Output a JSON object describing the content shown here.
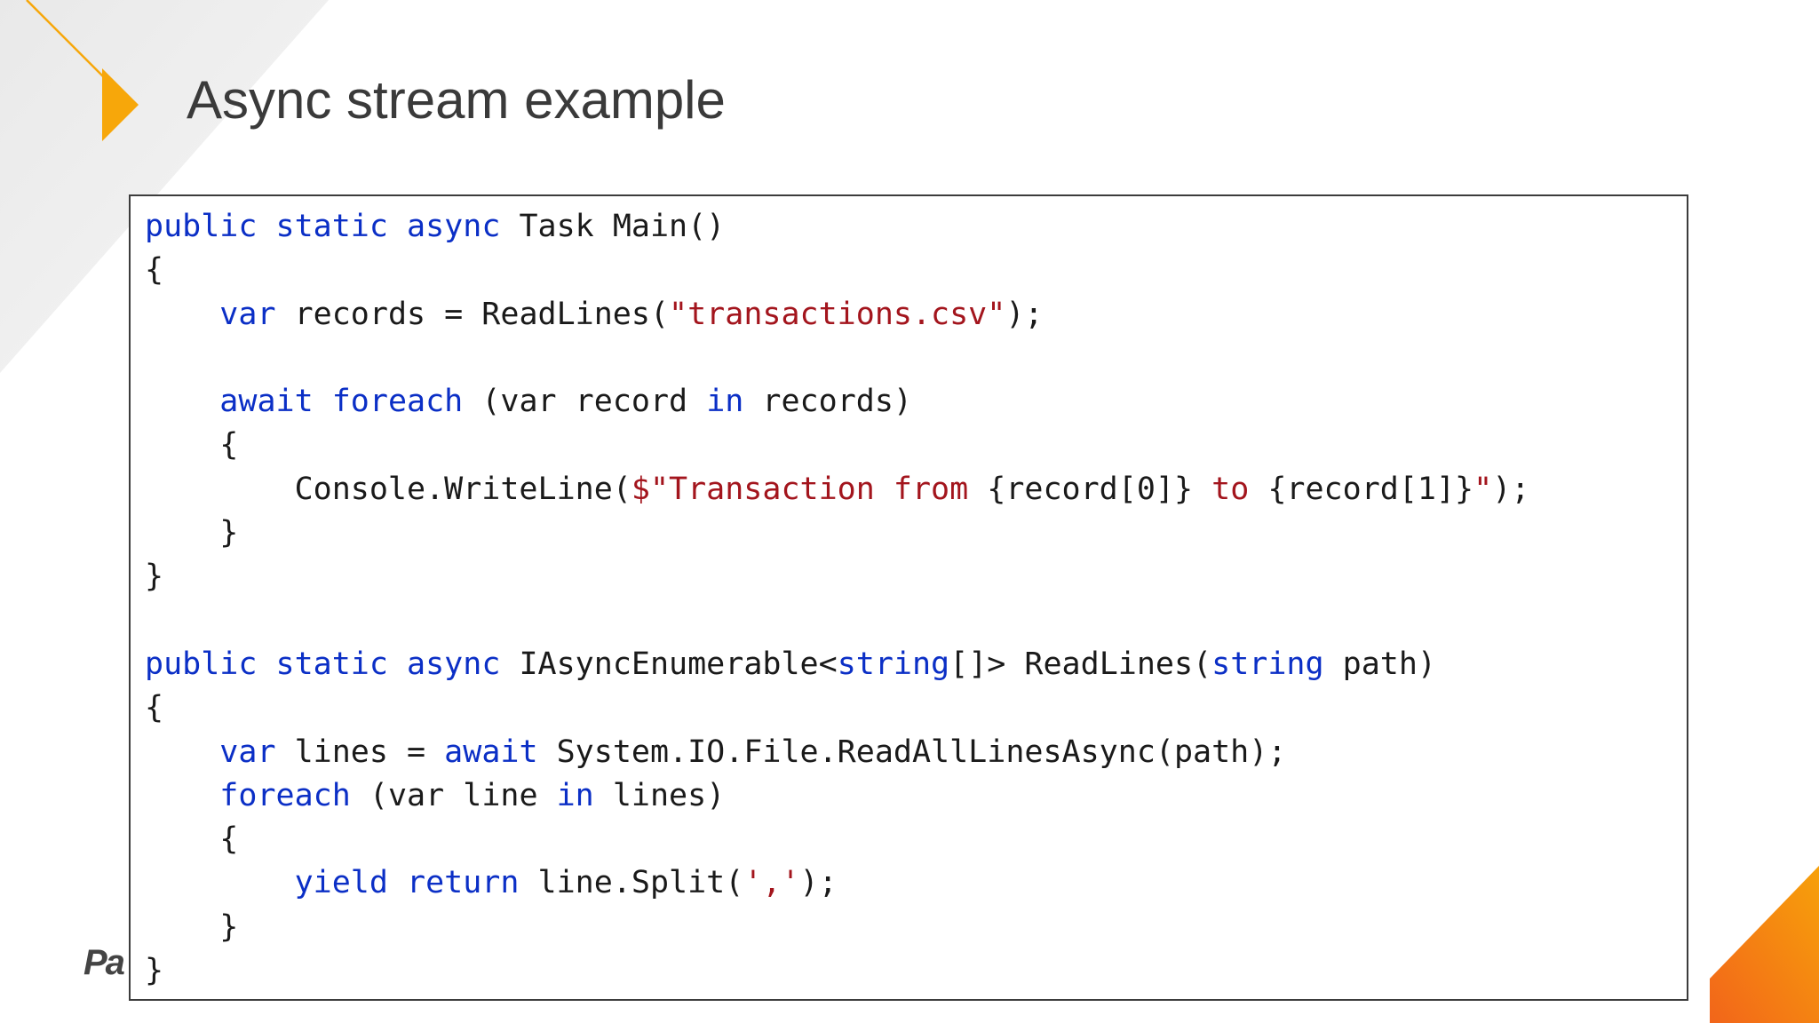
{
  "slide": {
    "title": "Async stream example",
    "logo_text": "Pa",
    "colors": {
      "accent": "#F7A70A",
      "accent_dark": "#F26B15",
      "keyword": "#0B2FC6",
      "string": "#A3151D",
      "text": "#1A1A1A"
    }
  },
  "code_lines": [
    [
      [
        "kw",
        "public"
      ],
      [
        "pl",
        " "
      ],
      [
        "kw",
        "static"
      ],
      [
        "pl",
        " "
      ],
      [
        "kw",
        "async"
      ],
      [
        "pl",
        " Task Main()"
      ]
    ],
    [
      [
        "pl",
        "{"
      ]
    ],
    [
      [
        "pl",
        "    "
      ],
      [
        "kw",
        "var"
      ],
      [
        "pl",
        " records = ReadLines("
      ],
      [
        "str",
        "\"transactions.csv\""
      ],
      [
        "pl",
        ");"
      ]
    ],
    [],
    [
      [
        "pl",
        "    "
      ],
      [
        "kw",
        "await"
      ],
      [
        "pl",
        " "
      ],
      [
        "kw",
        "foreach"
      ],
      [
        "pl",
        " (var record "
      ],
      [
        "kw",
        "in"
      ],
      [
        "pl",
        " records)"
      ]
    ],
    [
      [
        "pl",
        "    {"
      ]
    ],
    [
      [
        "pl",
        "        Console.WriteLine("
      ],
      [
        "str",
        "$\"Transaction from "
      ],
      [
        "pl",
        "{record[0]}"
      ],
      [
        "str",
        " to "
      ],
      [
        "pl",
        "{record[1]}"
      ],
      [
        "str",
        "\""
      ],
      [
        "pl",
        ");"
      ]
    ],
    [
      [
        "pl",
        "    }"
      ]
    ],
    [
      [
        "pl",
        "}"
      ]
    ],
    [],
    [
      [
        "kw",
        "public"
      ],
      [
        "pl",
        " "
      ],
      [
        "kw",
        "static"
      ],
      [
        "pl",
        " "
      ],
      [
        "kw",
        "async"
      ],
      [
        "pl",
        " IAsyncEnumerable<"
      ],
      [
        "kw",
        "string"
      ],
      [
        "pl",
        "[]> ReadLines("
      ],
      [
        "kw",
        "string"
      ],
      [
        "pl",
        " path)"
      ]
    ],
    [
      [
        "pl",
        "{"
      ]
    ],
    [
      [
        "pl",
        "    "
      ],
      [
        "kw",
        "var"
      ],
      [
        "pl",
        " lines = "
      ],
      [
        "kw",
        "await"
      ],
      [
        "pl",
        " System.IO.File.ReadAllLinesAsync(path);"
      ]
    ],
    [
      [
        "pl",
        "    "
      ],
      [
        "kw",
        "foreach"
      ],
      [
        "pl",
        " (var line "
      ],
      [
        "kw",
        "in"
      ],
      [
        "pl",
        " lines)"
      ]
    ],
    [
      [
        "pl",
        "    {"
      ]
    ],
    [
      [
        "pl",
        "        "
      ],
      [
        "kw",
        "yield"
      ],
      [
        "pl",
        " "
      ],
      [
        "kw",
        "return"
      ],
      [
        "pl",
        " line.Split("
      ],
      [
        "str",
        "','"
      ],
      [
        "pl",
        ");"
      ]
    ],
    [
      [
        "pl",
        "    }"
      ]
    ],
    [
      [
        "pl",
        "}"
      ]
    ]
  ]
}
